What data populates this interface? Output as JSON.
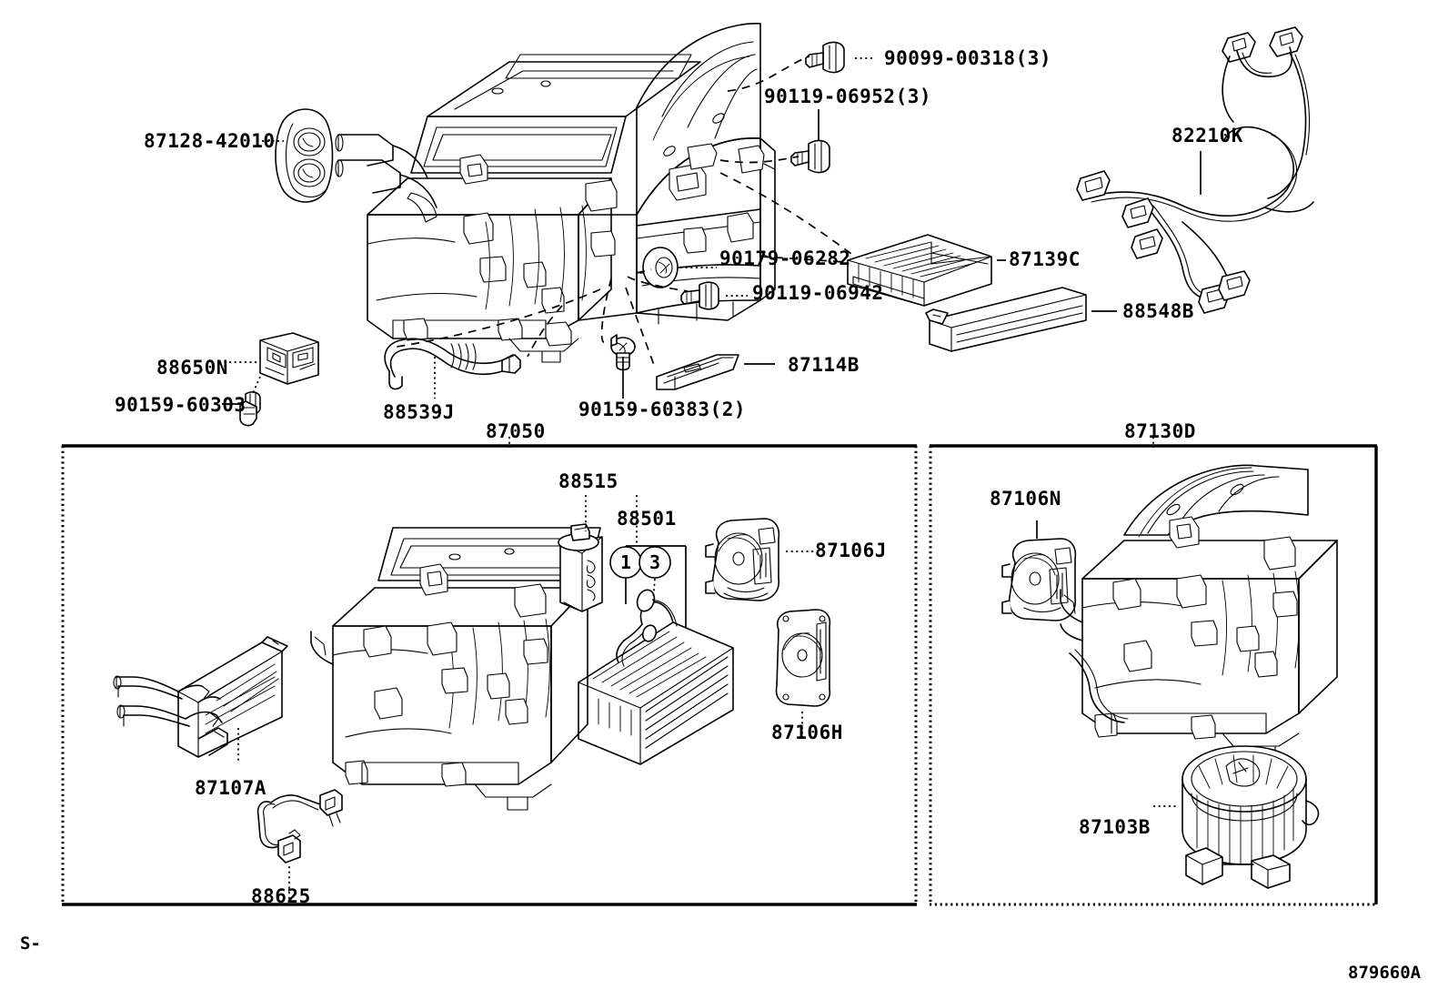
{
  "sheet": {
    "drawing_number": "879660A",
    "sheet_marker": "S-"
  },
  "panels": [
    {
      "id": "panel-87050",
      "label": "87050"
    },
    {
      "id": "panel-87130D",
      "label": "87130D"
    }
  ],
  "callouts": [
    {
      "id": "c1",
      "label": "1"
    },
    {
      "id": "c3",
      "label": "3"
    }
  ],
  "labels": {
    "seal_87128": "87128-42010",
    "bolt_90099": "90099-00318(3)",
    "bolt_90119_6952": "90119-06952(3)",
    "harness_82210K": "82210K",
    "filter_87139C": "87139C",
    "grommet_90179": "90179-06282",
    "bolt_90119_6942": "90119-06942",
    "duct_88548B": "88548B",
    "relay_88650N": "88650N",
    "screw_90159_60303": "90159-60303",
    "hose_88539J": "88539J",
    "screw_90159_60383": "90159-60383(2)",
    "cover_87114B": "87114B",
    "unit_87050": "87050",
    "expansion_88515": "88515",
    "oring_88501": "88501",
    "servo_87106J": "87106J",
    "servo_87106H": "87106H",
    "heater_core_87107A": "87107A",
    "sensor_88625": "88625",
    "blower_87130D": "87130D",
    "servo_87106N": "87106N",
    "motor_87103B": "87103B"
  }
}
